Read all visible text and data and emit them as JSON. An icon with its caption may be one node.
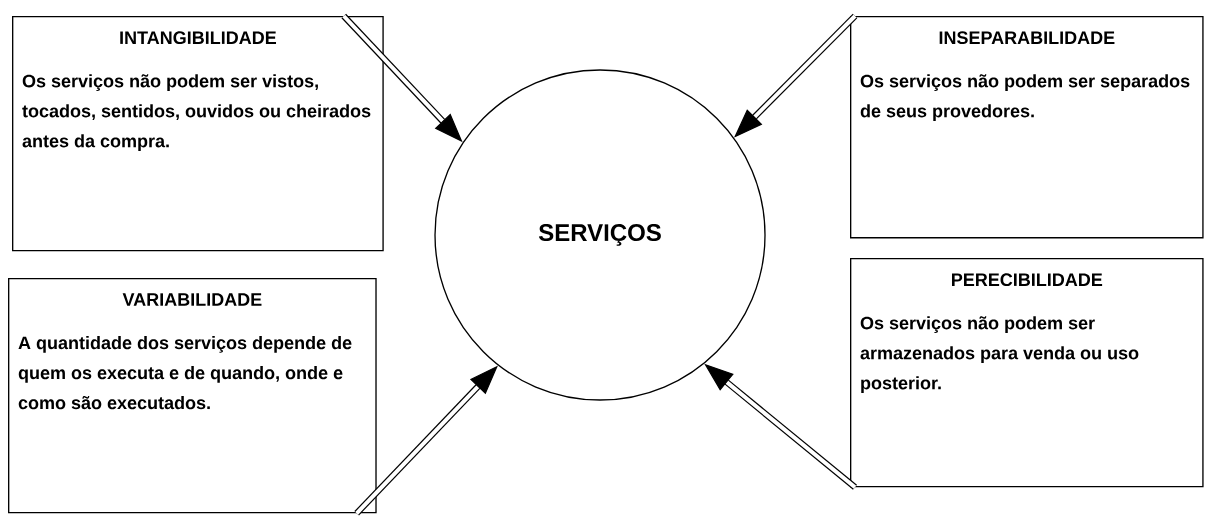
{
  "diagram": {
    "nodes": [
      {
        "text": [
          "INTANGIBILIDADE",
          "Os serviços não podem ser vistos, tocados, sentidos, ouvidos ou cheirados antes da compra."
        ]
      },
      {
        "text": [
          "INSEPARABILIDADE",
          "Os serviços não podem ser separados de seus provedores."
        ]
      },
      {
        "text": [
          "VARIABILIDADE",
          "A quantidade dos serviços depende de quem os executa e de quando, onde e como são executados."
        ]
      },
      {
        "text": [
          "PERECIBILIDADE",
          "Os serviços não podem ser armazenados para venda ou uso posterior."
        ]
      },
      {
        "text": [
          "SERVIÇOS"
        ]
      }
    ],
    "edges": [
      {
        "from": 0,
        "to": 4,
        "arrow": "to"
      },
      {
        "from": 1,
        "to": 4,
        "arrow": "to"
      },
      {
        "from": 2,
        "to": 4,
        "arrow": "to"
      },
      {
        "from": 3,
        "to": 4,
        "arrow": "to"
      }
    ]
  }
}
